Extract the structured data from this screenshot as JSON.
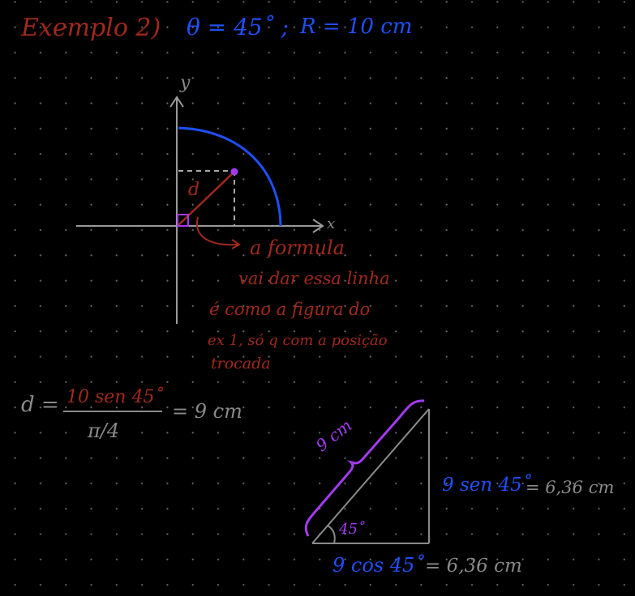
{
  "header": {
    "example_label": "Exemplo 2)",
    "theta": "θ = 45˚ ;",
    "radius": "R = 10 cm"
  },
  "axes": {
    "y_label": "y",
    "x_label": "x"
  },
  "point_label": "d",
  "annotation": {
    "line1": "a formula",
    "line2": "vai dar essa linha",
    "line3": "é como a figura do",
    "line4": "ex 1, só q com a posição",
    "line5": "trocada"
  },
  "formula": {
    "lhs": "d =",
    "numerator": "10 sen 45˚",
    "denominator": "π/4",
    "result": "= 9 cm"
  },
  "triangle": {
    "hypotenuse_label": "9 cm",
    "angle_label": "45˚",
    "opposite_expr": "9 sen 45˚",
    "opposite_value": "= 6,36 cm",
    "adjacent_expr": "9 cos 45˚",
    "adjacent_value": "= 6,36 cm"
  },
  "colors": {
    "red": "#a0291c",
    "blue": "#1f4ff7",
    "gray": "#8a8a8a",
    "purple": "#a23bf0",
    "background": "#000000"
  }
}
